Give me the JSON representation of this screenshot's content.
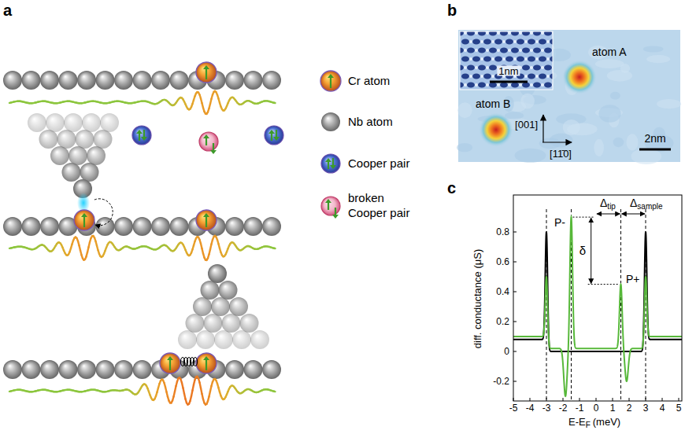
{
  "diagram": {
    "labels": [
      "a",
      "b",
      "atom A",
      "atom B",
      "1nm",
      "[001]",
      "[11̄0]",
      "2nm",
      "c",
      "Δ",
      "tip",
      "Δ",
      "sample",
      "P-",
      "δ",
      "P+",
      "diff. conductance (μS)",
      "0.8",
      "0.6",
      "0.4",
      "0.2",
      "0",
      "-0.2",
      "-5",
      "-4",
      "-3",
      "-2",
      "-1",
      "0",
      "1",
      "2",
      "3",
      "4",
      "5",
      "E-E",
      "F",
      "(meV)"
    ],
    "legend": [
      {
        "text": "Cr atom"
      },
      {
        "text": "Nb atom"
      },
      {
        "text": "Cooper pair"
      },
      {
        "text": "broken Cooper pair"
      }
    ]
  }
}
